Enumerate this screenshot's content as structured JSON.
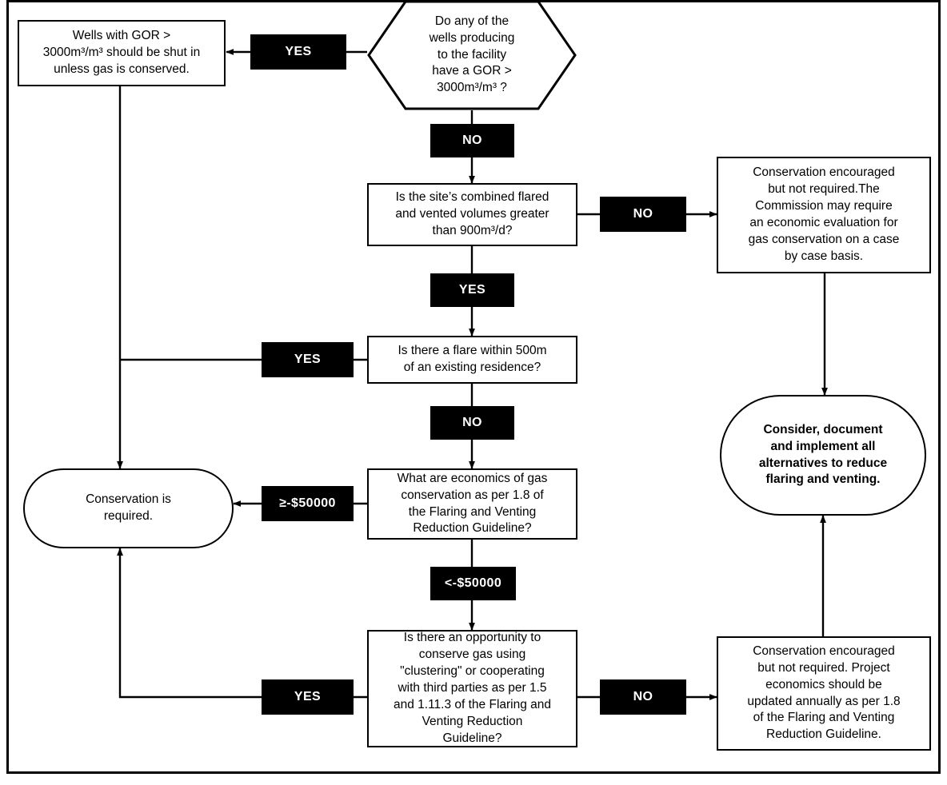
{
  "diagram": {
    "type": "flowchart",
    "title": "Flaring and Venting Gas Conservation Decision Flowchart",
    "colors": {
      "border": "#000000",
      "node_fill": "#ffffff",
      "label_fill": "#000000",
      "label_text": "#ffffff"
    }
  },
  "nodes": {
    "gor_decision": "Do any of the\nwells producing\nto the facility\nhave a GOR >\n3000m³/m³ ?",
    "wells_shut_in": "Wells  with GOR >\n3000m³/m³ should be shut in\nunless gas is conserved.",
    "combined_volumes": "Is the site’s combined flared\nand vented volumes greater\nthan 900m³/d?",
    "conservation_encouraged_top": "Conservation encouraged\nbut not required.The\nCommission may  require\nan economic evaluation for\ngas conservation on a case\nby case basis.",
    "flare_residence": "Is there a flare within 500m\nof an existing residence?",
    "consider_document": "Consider, document\nand implement all\nalternatives to reduce\nflaring and venting.",
    "economics_question": "What  are economics of gas\nconservation as per 1.8 of\nthe Flaring and Venting\nReduction Guideline?",
    "conservation_required": "Conservation is\nrequired.",
    "clustering_question": "Is there an opportunity to\nconserve gas using\n\"clustering\" or cooperating\nwith third parties as per 1.5\nand 1.11.3 of the Flaring and\nVenting Reduction\nGuideline?",
    "conservation_encouraged_bottom": "Conservation encouraged\nbut not required.  Project\neconomics should be\nupdated annually as per 1.8\nof the Flaring and Venting\nReduction Guideline."
  },
  "edge_labels": {
    "gor_yes": "YES",
    "gor_no": "NO",
    "volumes_no": "NO",
    "volumes_yes": "YES",
    "flare_yes": "YES",
    "flare_no": "NO",
    "economics_ge": "≥-$50000",
    "economics_lt": "<-$50000",
    "clustering_yes": "YES",
    "clustering_no": "NO"
  }
}
